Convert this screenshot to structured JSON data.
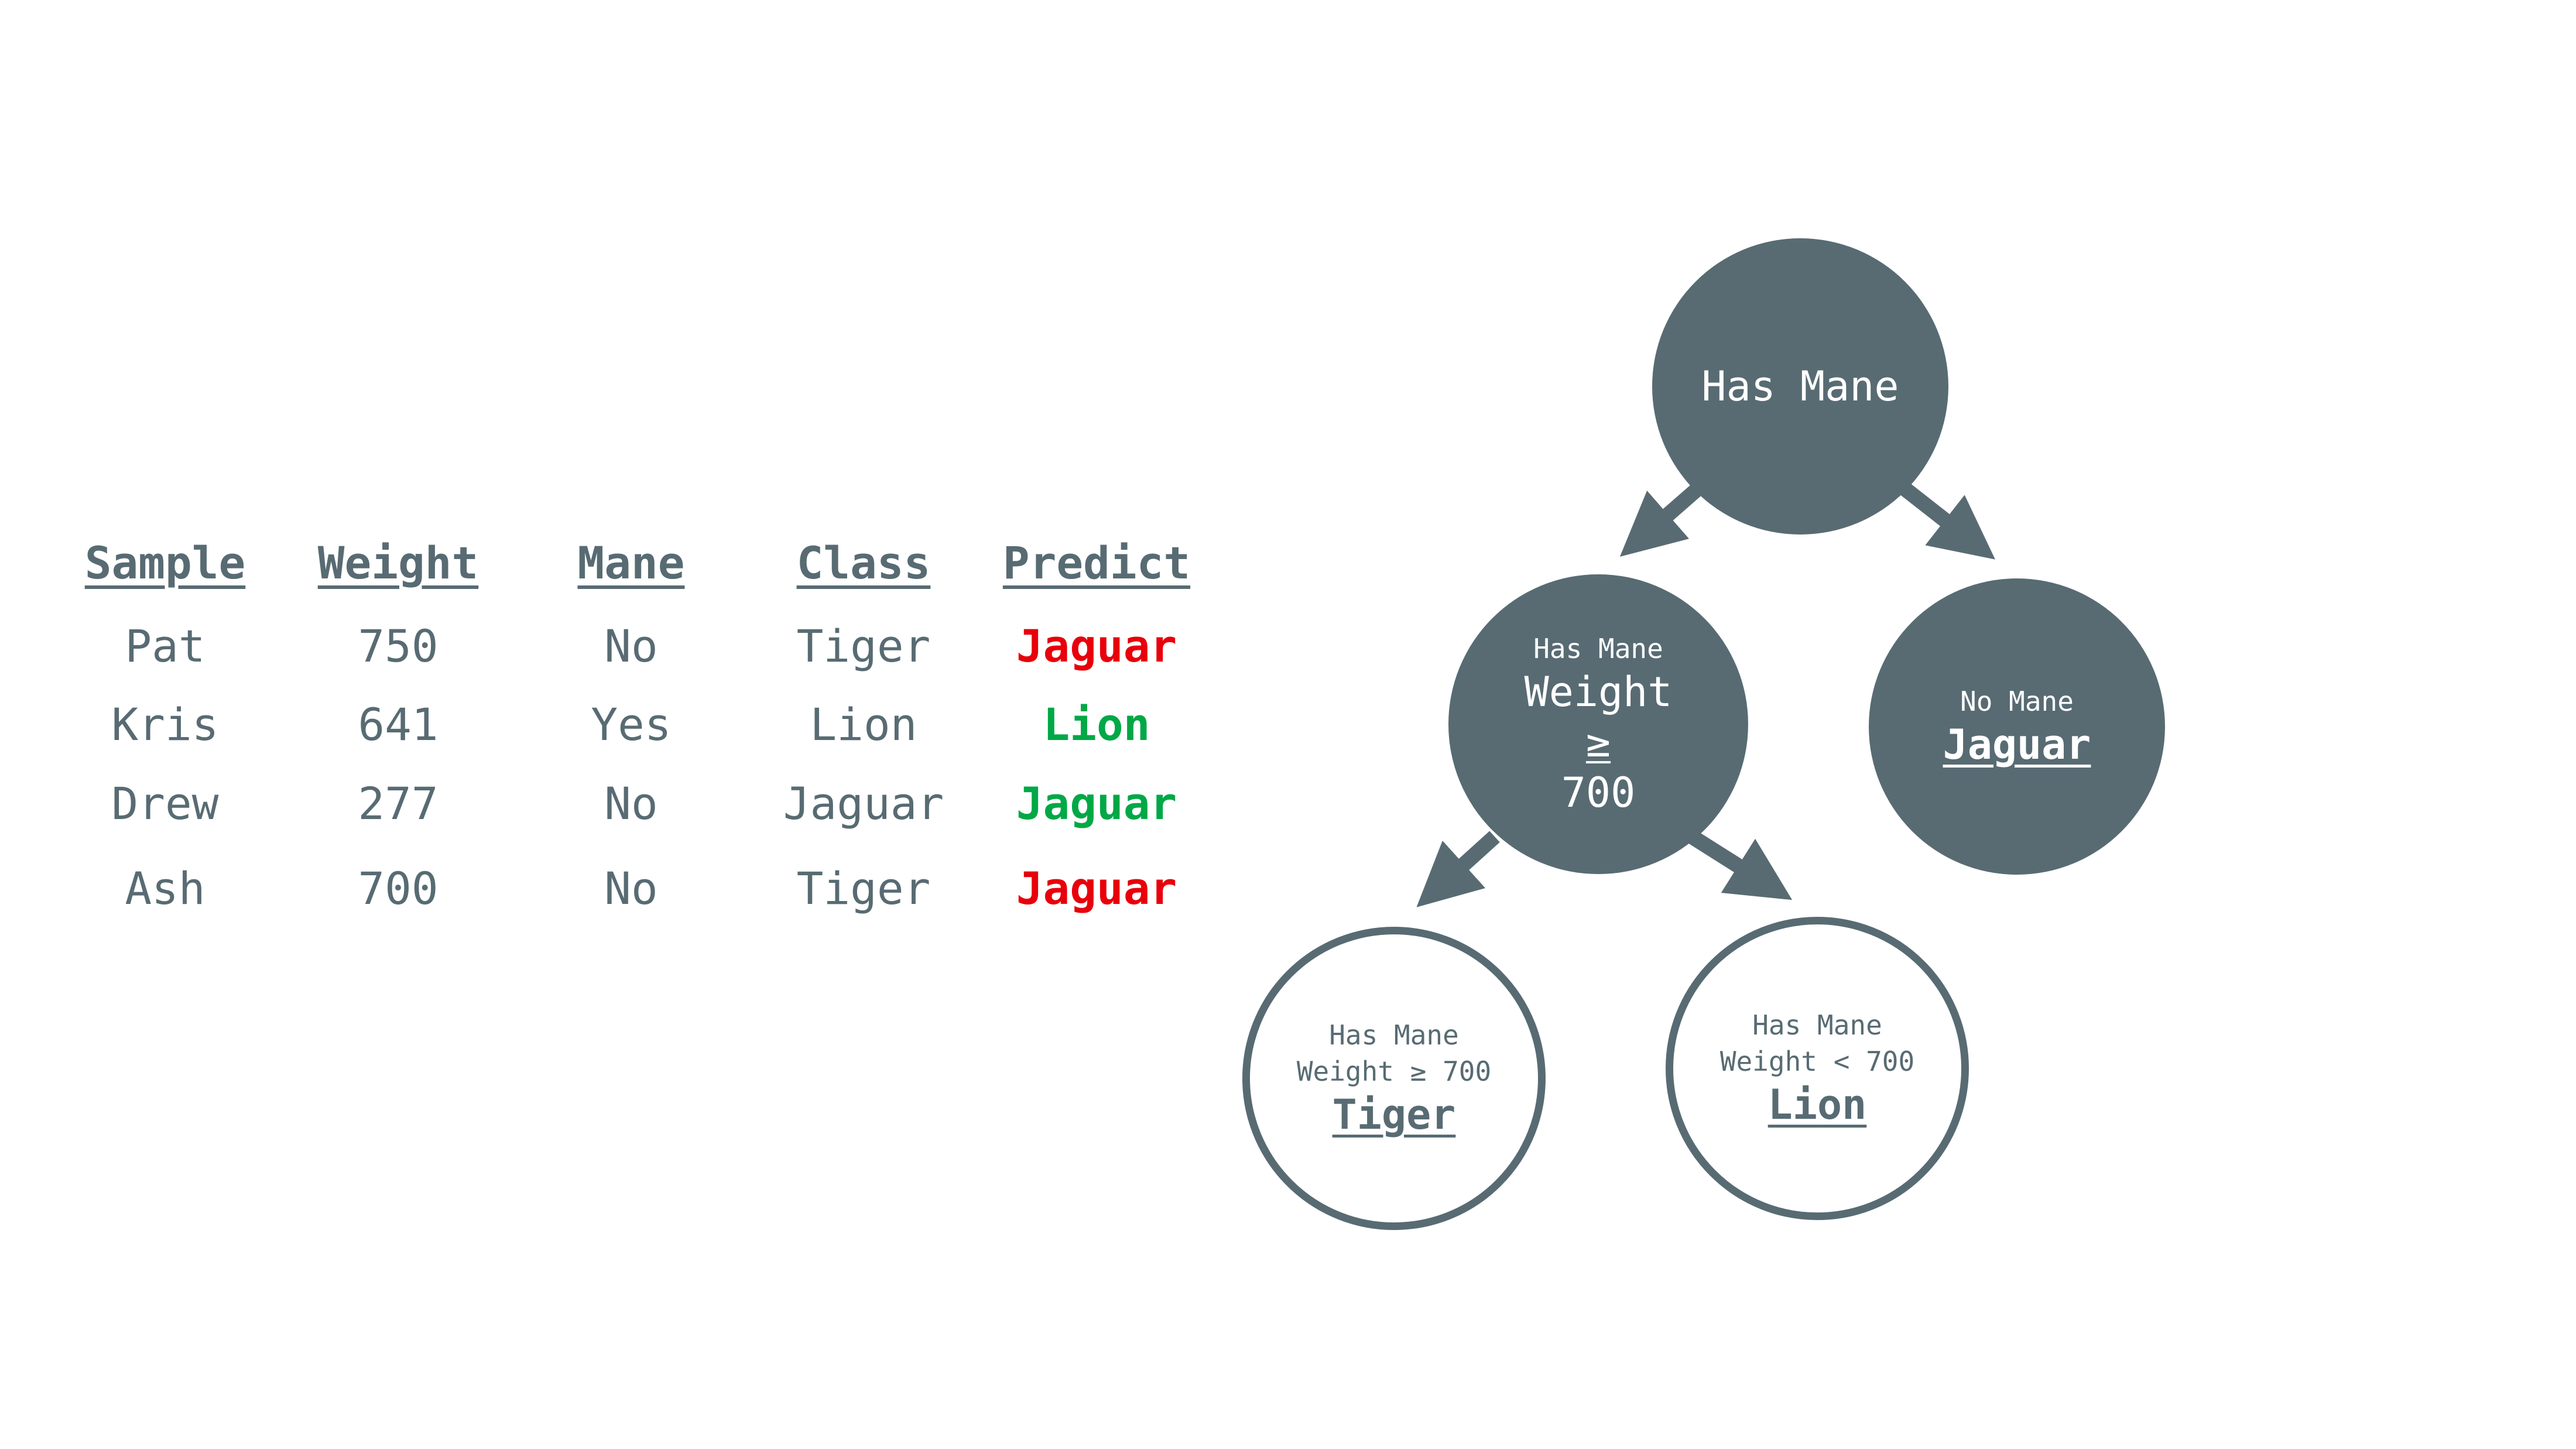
{
  "table": {
    "headers": [
      "Sample",
      "Weight",
      "Mane",
      "Class",
      "Predict"
    ],
    "rows": [
      {
        "sample": "Pat",
        "weight": "750",
        "mane": "No",
        "class": "Tiger",
        "predict": "Jaguar",
        "predict_color": "#e8000b"
      },
      {
        "sample": "Kris",
        "weight": "641",
        "mane": "Yes",
        "class": "Lion",
        "predict": "Lion",
        "predict_color": "#00a846"
      },
      {
        "sample": "Drew",
        "weight": "277",
        "mane": "No",
        "class": "Jaguar",
        "predict": "Jaguar",
        "predict_color": "#00a846"
      },
      {
        "sample": "Ash",
        "weight": "700",
        "mane": "No",
        "class": "Tiger",
        "predict": "Jaguar",
        "predict_color": "#e8000b"
      }
    ]
  },
  "tree": {
    "root": {
      "label": "Has Mane"
    },
    "split": {
      "context": "Has Mane",
      "line1": "Weight",
      "operator": "≥",
      "line3": "700"
    },
    "no_mane": {
      "context": "No Mane",
      "result": "Jaguar"
    },
    "tiger_leaf": {
      "context": "Has Mane",
      "condition": "Weight ≥ 700",
      "result": "Tiger"
    },
    "lion_leaf": {
      "context": "Has Mane",
      "condition": "Weight < 700",
      "result": "Lion"
    }
  },
  "colors": {
    "primary": "#586b73",
    "wrong": "#e8000b",
    "correct": "#00a846",
    "node_text": "#ffffff"
  }
}
